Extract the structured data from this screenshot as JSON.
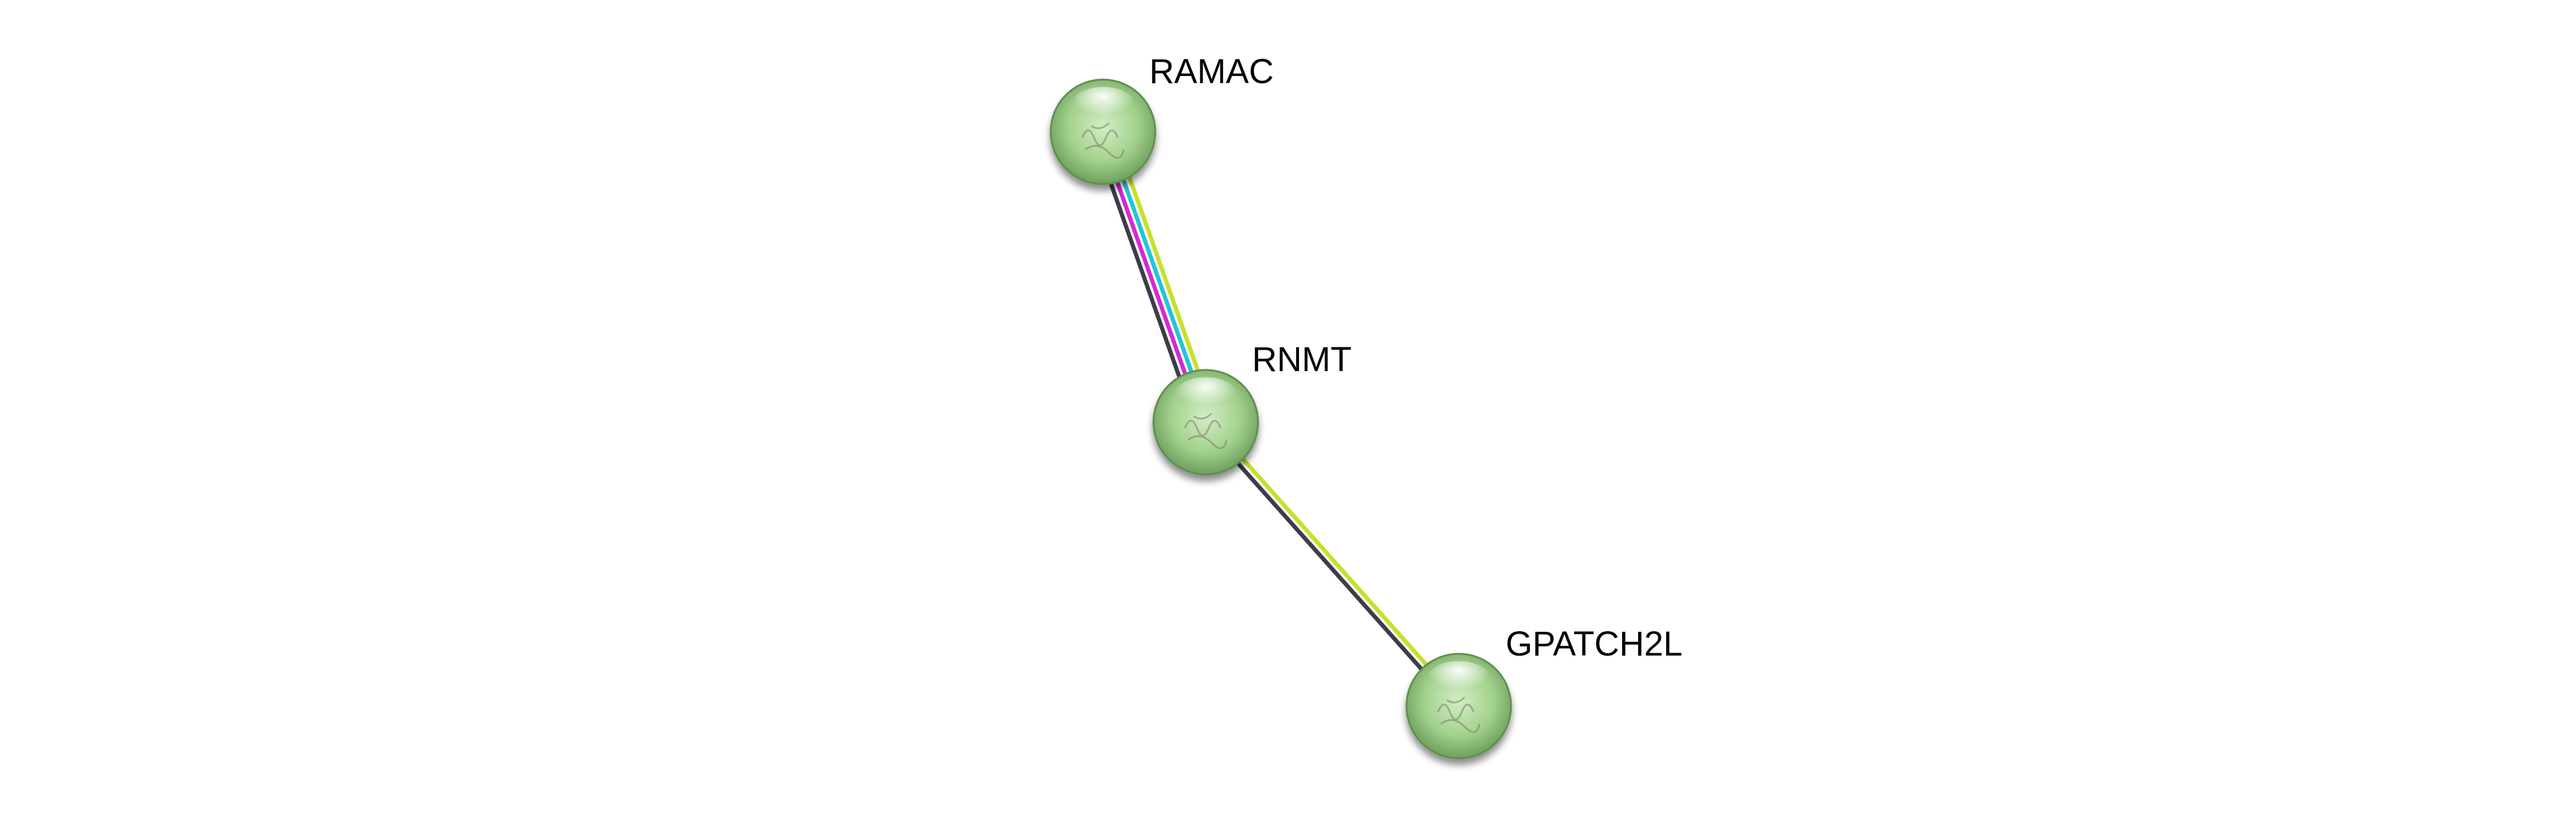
{
  "network": {
    "nodes": [
      {
        "id": "RAMAC",
        "label": "RAMAC",
        "color": "#8cc47a"
      },
      {
        "id": "RNMT",
        "label": "RNMT",
        "color": "#8cc47a"
      },
      {
        "id": "GPATCH2L",
        "label": "GPATCH2L",
        "color": "#8cc47a"
      }
    ],
    "edges": [
      {
        "source": "RAMAC",
        "target": "RNMT",
        "evidence_colors": [
          "#c7e02c",
          "#22c4d6",
          "#d22ad6",
          "#3d3d4a"
        ]
      },
      {
        "source": "RNMT",
        "target": "GPATCH2L",
        "evidence_colors": [
          "#c7e02c",
          "#3d3d4a"
        ]
      }
    ]
  }
}
